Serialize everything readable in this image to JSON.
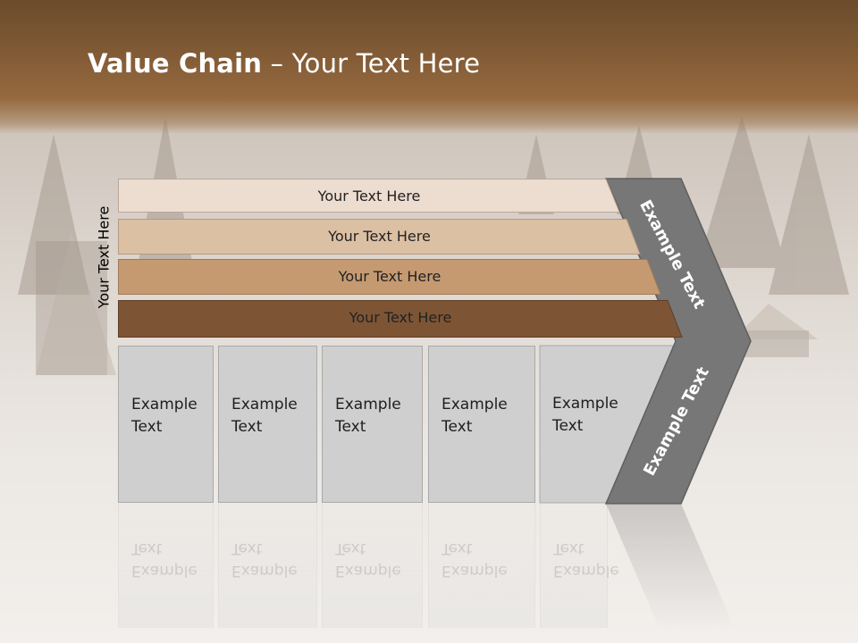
{
  "slide": {
    "title_bold": "Value Chain",
    "title_rest": " – Your Text Here"
  },
  "side_label": "Your Text Here",
  "bars": [
    {
      "label": "Your Text Here",
      "color": "#eddcd0"
    },
    {
      "label": "Your Text Here",
      "color": "#dcc0a4"
    },
    {
      "label": "Your Text Here",
      "color": "#c59a71"
    },
    {
      "label": "Your Text Here",
      "color": "#7d5535"
    }
  ],
  "boxes": [
    {
      "text": "Example\nText"
    },
    {
      "text": "Example\nText"
    },
    {
      "text": "Example\nText"
    },
    {
      "text": "Example\nText"
    },
    {
      "text": "Example\nText"
    }
  ],
  "chevron": {
    "upper_label": "Example Text",
    "lower_label": "Example Text",
    "color": "#777777"
  }
}
